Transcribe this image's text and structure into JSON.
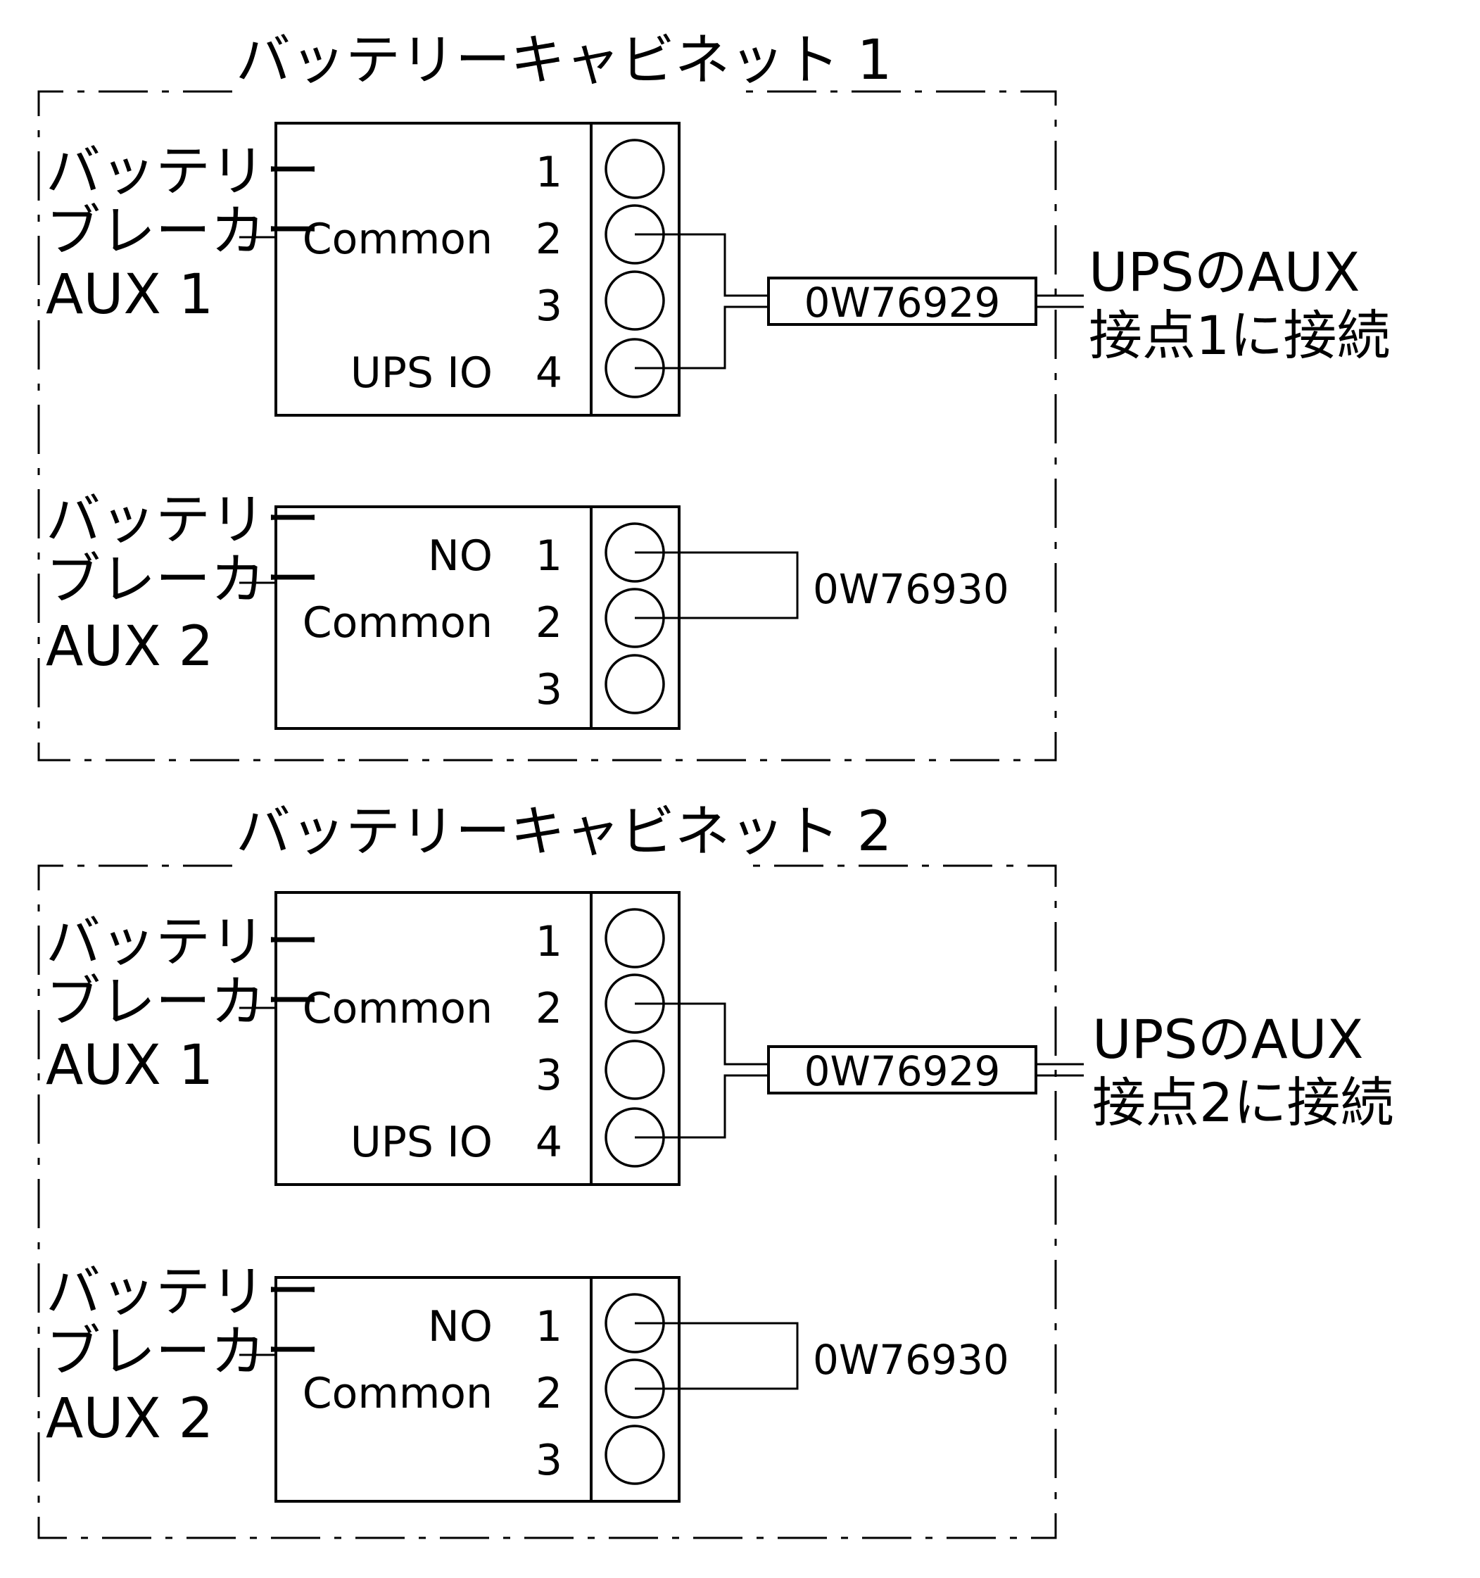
{
  "cabinets": [
    {
      "title": "バッテリーキャビネット 1",
      "aux1": {
        "label_lines": [
          "バッテリー",
          "ブレーカー",
          "AUX 1"
        ],
        "pins": [
          "1",
          "2",
          "3",
          "4"
        ],
        "pin_labels": [
          "",
          "Common",
          "",
          "UPS IO"
        ],
        "cable": "0W76929",
        "external_lines": [
          "UPSのAUX",
          "接点1に接続"
        ]
      },
      "aux2": {
        "label_lines": [
          "バッテリー",
          "ブレーカー",
          "AUX 2"
        ],
        "pins": [
          "1",
          "2",
          "3"
        ],
        "pin_labels": [
          "NO",
          "Common",
          ""
        ],
        "cable": "0W76930"
      }
    },
    {
      "title": "バッテリーキャビネット 2",
      "aux1": {
        "label_lines": [
          "バッテリー",
          "ブレーカー",
          "AUX 1"
        ],
        "pins": [
          "1",
          "2",
          "3",
          "4"
        ],
        "pin_labels": [
          "",
          "Common",
          "",
          "UPS IO"
        ],
        "cable": "0W76929",
        "external_lines": [
          "UPSのAUX",
          "接点2に接続"
        ]
      },
      "aux2": {
        "label_lines": [
          "バッテリー",
          "ブレーカー",
          "AUX 2"
        ],
        "pins": [
          "1",
          "2",
          "3"
        ],
        "pin_labels": [
          "NO",
          "Common",
          ""
        ],
        "cable": "0W76930"
      }
    }
  ]
}
